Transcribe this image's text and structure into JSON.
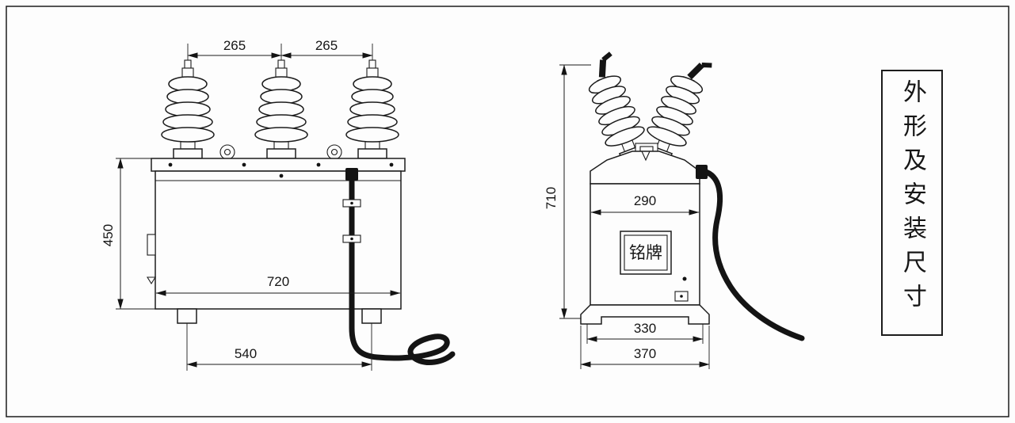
{
  "drawing": {
    "title": "外形及安装尺寸",
    "nameplate": "铭牌",
    "front_view": {
      "dim_pitch_left": "265",
      "dim_pitch_right": "265",
      "dim_height": "450",
      "dim_width": "720",
      "dim_foot_span": "540"
    },
    "side_view": {
      "dim_height": "710",
      "dim_width": "290",
      "dim_slot_span": "330",
      "dim_base_width": "370"
    }
  }
}
